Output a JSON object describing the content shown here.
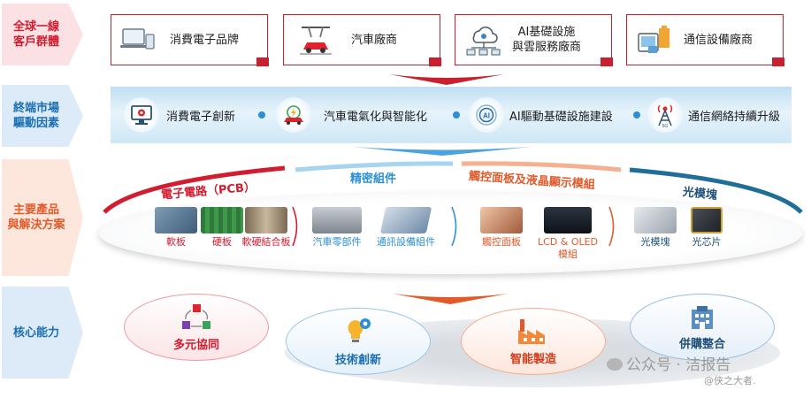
{
  "rows": {
    "customers": "全球一線\n客戶群體",
    "drivers": "終端市場\n驅動因素",
    "products": "主要產品\n與解決方案",
    "capabilities": "核心能力"
  },
  "customers": [
    {
      "label": "消費電子品牌",
      "icon": "laptop-phone-icon"
    },
    {
      "label": "汽車廠商",
      "icon": "car-assembly-icon"
    },
    {
      "label": "AI基礎設施\n與雲服務廠商",
      "icon": "cloud-network-icon"
    },
    {
      "label": "通信設備廠商",
      "icon": "telecom-devices-icon"
    }
  ],
  "drivers": [
    {
      "label": "消費電子創新",
      "icon": "monitor-gear-icon"
    },
    {
      "label": "汽車電氣化與智能化",
      "icon": "electric-car-icon"
    },
    {
      "label": "AI驅動基礎設施建設",
      "icon": "ai-chip-icon"
    },
    {
      "label": "通信網絡持續升級",
      "icon": "signal-tower-icon"
    }
  ],
  "categories": {
    "pcb": "電子電路（PCB）",
    "precision": "精密組件",
    "touch_lcd": "觸控面板及液晶顯示模組",
    "optical": "光模塊"
  },
  "products": {
    "soft_board": "軟板",
    "hard_board": "硬板",
    "rigid_flex": "軟硬結合板",
    "auto_parts": "汽車零部件",
    "comm_parts": "通訊設備組件",
    "touch_panel": "觸控面板",
    "lcd_oled": "LCD & OLED\n模組",
    "optical_module": "光模塊",
    "optical_chip": "光芯片"
  },
  "capabilities": [
    {
      "label": "多元協同",
      "icon": "cycle-icon"
    },
    {
      "label": "技術創新",
      "icon": "lightbulb-gear-icon"
    },
    {
      "label": "智能製造",
      "icon": "factory-icon"
    },
    {
      "label": "併購整合",
      "icon": "building-icon"
    }
  ],
  "watermark": {
    "line1": "公众号 · 洁报告",
    "line2": "@侠之大者."
  },
  "colors": {
    "red": "#c9202f",
    "blue": "#2b8fd6",
    "orange": "#e35a2a",
    "teal": "#1f6e9a"
  }
}
